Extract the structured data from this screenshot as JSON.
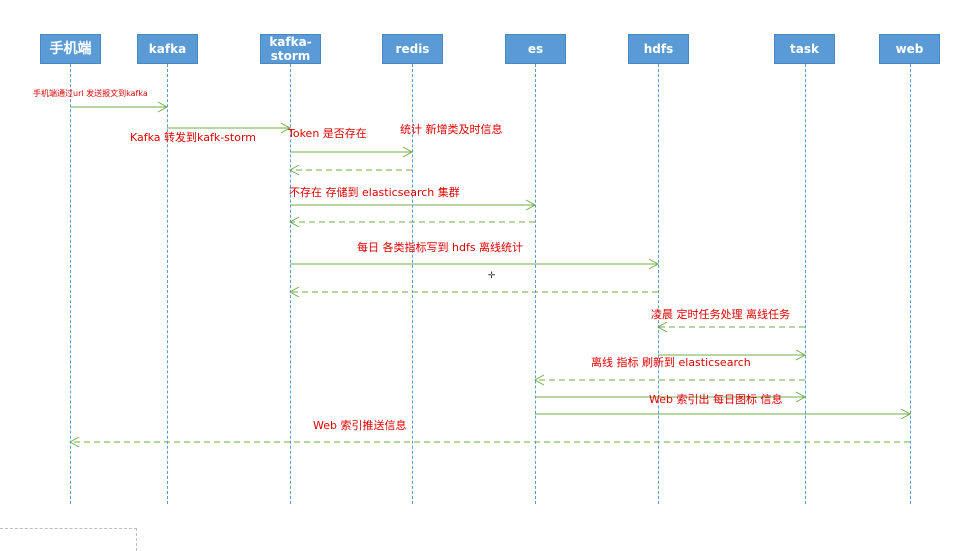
{
  "colors": {
    "actor_fill": "#5b9bd5",
    "lifeline": "#5b9bd5",
    "arrow": "#70ad47",
    "label": "#e00000"
  },
  "actors": [
    {
      "id": "mobile",
      "label": "手机端"
    },
    {
      "id": "kafka",
      "label": "kafka"
    },
    {
      "id": "kafka-storm",
      "label": "kafka-\nstorm"
    },
    {
      "id": "redis",
      "label": "redis"
    },
    {
      "id": "es",
      "label": "es"
    },
    {
      "id": "hdfs",
      "label": "hdfs"
    },
    {
      "id": "task",
      "label": "task"
    },
    {
      "id": "web",
      "label": "web"
    }
  ],
  "messages": [
    {
      "label": "手机端通过url  发送报文到kafka",
      "from": "mobile",
      "to": "kafka",
      "style": "solid"
    },
    {
      "label": "Kafka 转发到kafk-storm",
      "from": "kafka",
      "to": "kafka-storm",
      "style": "solid"
    },
    {
      "label": "Token 是否存在",
      "from": "kafka-storm",
      "to": "redis",
      "style": "solid"
    },
    {
      "label": "统计 新增类及时信息",
      "from": "redis",
      "to": "kafka-storm",
      "style": "dashed"
    },
    {
      "label": "不存在 存储到 elasticsearch 集群",
      "from": "kafka-storm",
      "to": "es",
      "style": "solid"
    },
    {
      "label": "",
      "from": "es",
      "to": "kafka-storm",
      "style": "dashed"
    },
    {
      "label": "每日 各类指标写到 hdfs  离线统计",
      "from": "kafka-storm",
      "to": "hdfs",
      "style": "solid"
    },
    {
      "label": "",
      "from": "hdfs",
      "to": "kafka-storm",
      "style": "dashed"
    },
    {
      "label": "凌晨 定时任务处理 离线任务",
      "from": "task",
      "to": "hdfs",
      "style": "dashed"
    },
    {
      "label": "离线 指标 刷新到  elasticsearch",
      "from": "hdfs",
      "to": "task",
      "style": "solid"
    },
    {
      "label": "",
      "from": "task",
      "to": "es",
      "style": "dashed"
    },
    {
      "label": "Web 索引出 每日图标 信息",
      "from": "es",
      "to": "task",
      "style": "solid"
    },
    {
      "label": "",
      "from": "es",
      "to": "web",
      "style": "solid"
    },
    {
      "label": "Web 索引推送信息",
      "from": "web",
      "to": "mobile",
      "style": "dashed"
    }
  ]
}
